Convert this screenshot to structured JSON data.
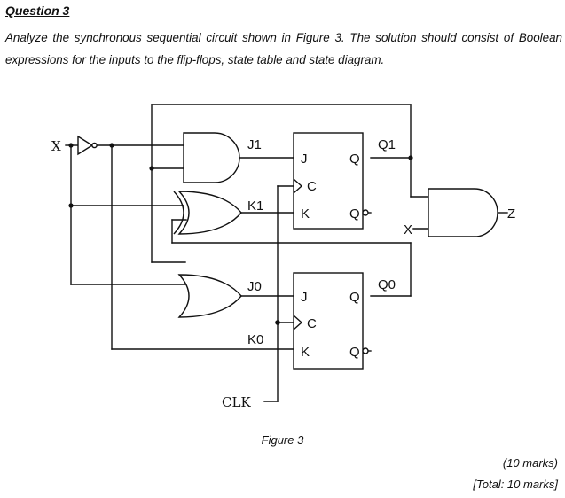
{
  "question": {
    "heading": "Question 3",
    "text": "Analyze the synchronous sequential circuit shown in Figure 3. The solution should consist of Boolean expressions for the inputs to the flip-flops, state table and state diagram."
  },
  "circuit": {
    "input_x": "X",
    "clock": "CLK",
    "ff1": {
      "j_pin": "J",
      "k_pin": "K",
      "c_pin": "C",
      "q_pin": "Q",
      "qbar_pin": "Q",
      "out_label": "Q1"
    },
    "ff0": {
      "j_pin": "J",
      "k_pin": "K",
      "c_pin": "C",
      "q_pin": "Q",
      "qbar_pin": "Q",
      "out_label": "Q0"
    },
    "net_j1": "J1",
    "net_k1": "K1",
    "net_j0": "J0",
    "net_k0": "K0",
    "output_gate_x": "X",
    "output_z": "Z"
  },
  "figure": {
    "caption": "Figure 3"
  },
  "marks": {
    "marks": "(10 marks)",
    "total": "[Total: 10 marks]"
  }
}
